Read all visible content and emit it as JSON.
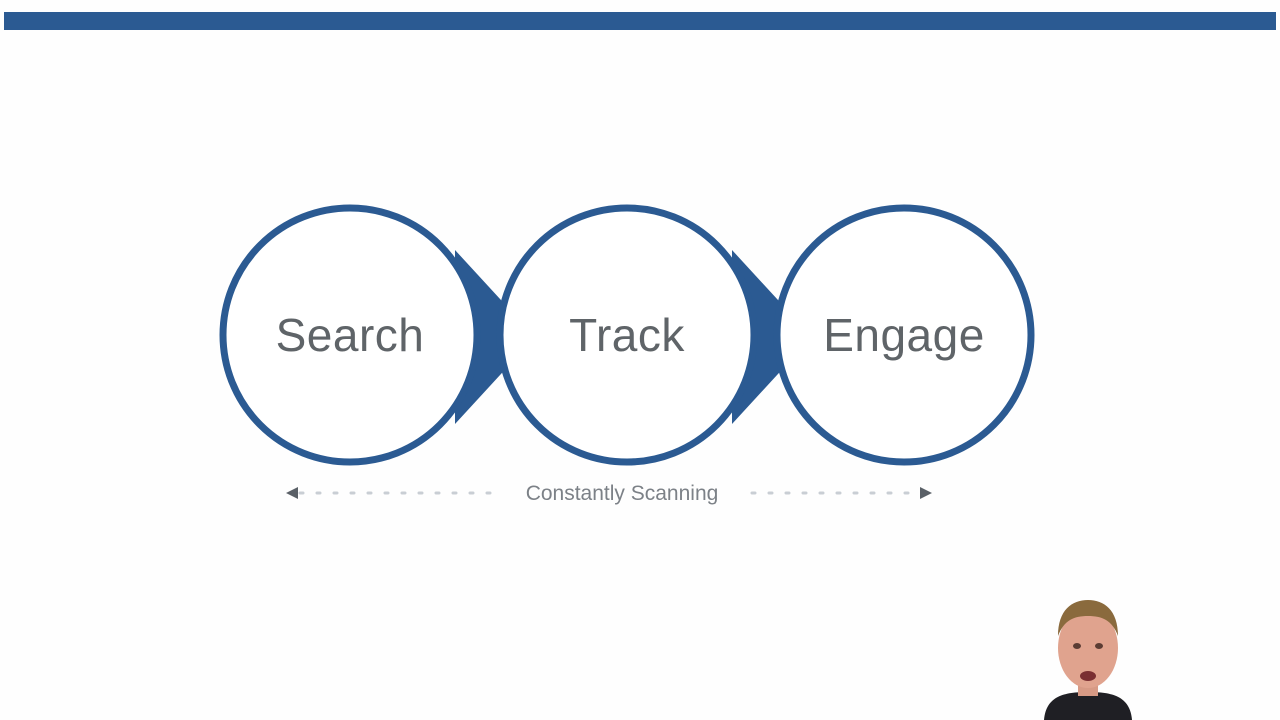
{
  "diagram": {
    "steps": [
      {
        "label": "Search"
      },
      {
        "label": "Track"
      },
      {
        "label": "Engage"
      }
    ],
    "caption": "Constantly Scanning"
  },
  "colors": {
    "accent": "#2b5a92",
    "text": "#5f6468",
    "caption": "#7c8187",
    "dots": "#c9ced4"
  },
  "icons": [
    "presenter-video"
  ]
}
